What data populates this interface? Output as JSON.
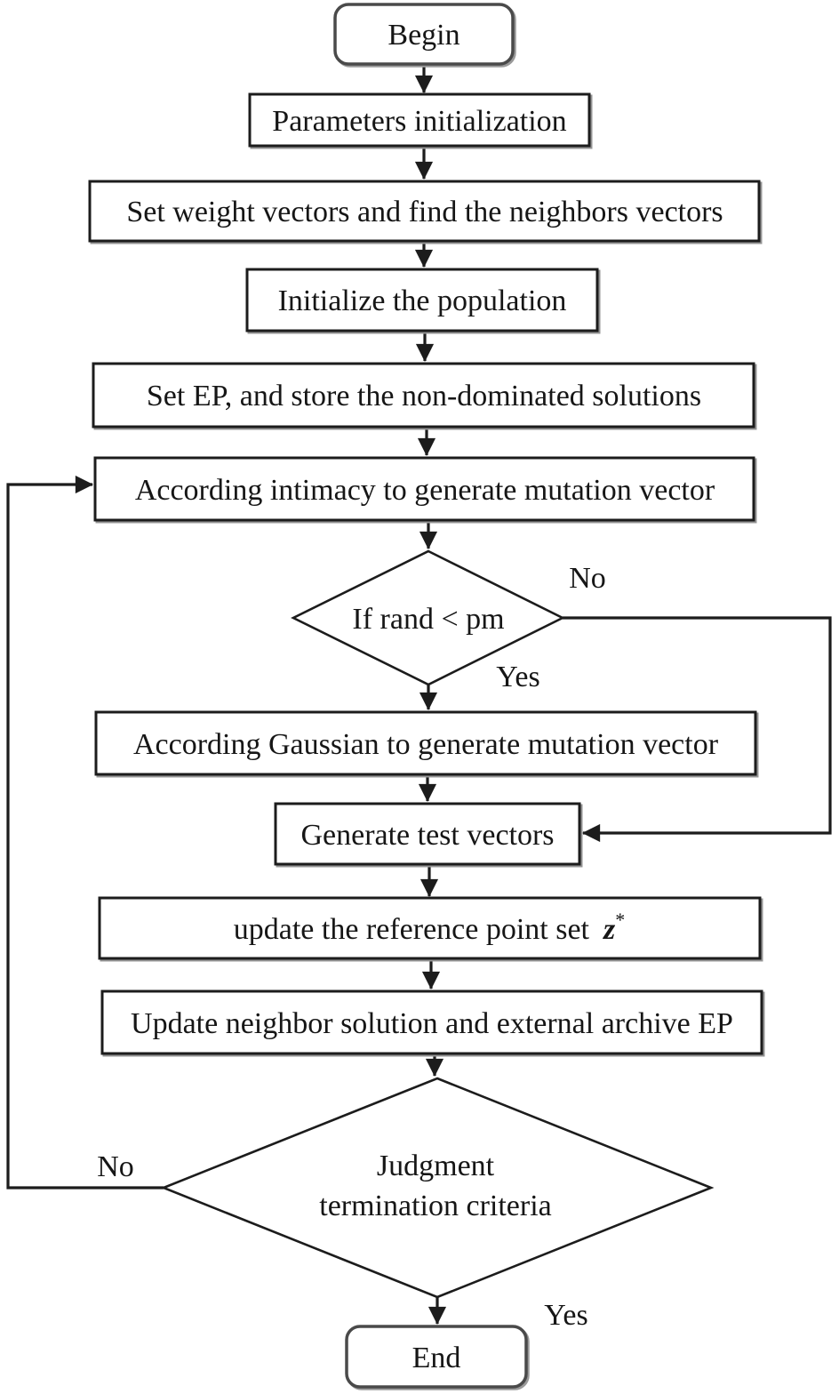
{
  "flowchart": {
    "nodes": {
      "begin": {
        "label": "Begin"
      },
      "params": {
        "label": "Parameters initialization"
      },
      "weights": {
        "label": "Set weight vectors and find the neighbors vectors"
      },
      "init_pop": {
        "label": "Initialize the population"
      },
      "set_ep": {
        "label": "Set EP, and store the non-dominated solutions"
      },
      "intimacy": {
        "label": "According intimacy to generate mutation vector"
      },
      "rand_check": {
        "label": "If rand < pm"
      },
      "gaussian": {
        "label": "According Gaussian to generate mutation vector"
      },
      "test_vectors": {
        "label": "Generate test vectors"
      },
      "ref_point": {
        "prefix": "update the reference point set",
        "var": "z",
        "sup": "*"
      },
      "update_neighbor": {
        "label": "Update neighbor solution and external archive EP"
      },
      "termination": {
        "line1": "Judgment",
        "line2": "termination criteria"
      },
      "end": {
        "label": "End"
      }
    },
    "edge_labels": {
      "rand_no": "No",
      "rand_yes": "Yes",
      "term_no": "No",
      "term_yes": "Yes"
    },
    "colors": {
      "line": "#1c1c1c",
      "box_fill": "#ffffff",
      "text": "#161616",
      "background": "#ffffff"
    }
  }
}
